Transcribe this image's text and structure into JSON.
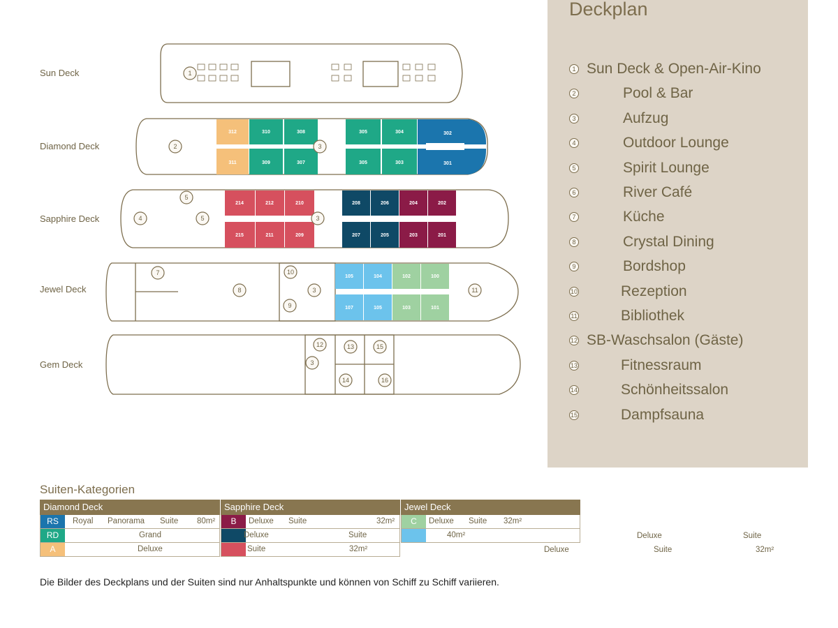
{
  "decks": [
    {
      "name": "Sun Deck"
    },
    {
      "name": "Diamond Deck"
    },
    {
      "name": "Sapphire Deck"
    },
    {
      "name": "Jewel Deck"
    },
    {
      "name": "Gem Deck"
    }
  ],
  "rooms": {
    "diamond_top": [
      "312",
      "310",
      "308",
      "305",
      "304",
      "302"
    ],
    "diamond_bottom": [
      "311",
      "309",
      "307",
      "305",
      "303",
      "301"
    ],
    "sapphire_top": [
      "214",
      "212",
      "210",
      "208",
      "206",
      "204",
      "202"
    ],
    "sapphire_bottom": [
      "215",
      "211",
      "209",
      "207",
      "205",
      "203",
      "201"
    ],
    "jewel_top": [
      "105",
      "104",
      "102",
      "100"
    ],
    "jewel_bottom": [
      "107",
      "105",
      "103",
      "101"
    ]
  },
  "sidebar": {
    "title": "Deckplan",
    "legend": [
      {
        "num": "1",
        "label": "Sun Deck & Open-Air-Kino"
      },
      {
        "num": "2",
        "label": "Pool & Bar"
      },
      {
        "num": "3",
        "label": "Aufzug"
      },
      {
        "num": "4",
        "label": "Outdoor Lounge"
      },
      {
        "num": "5",
        "label": "Spirit Lounge"
      },
      {
        "num": "6",
        "label": "River Café"
      },
      {
        "num": "7",
        "label": "Küche"
      },
      {
        "num": "8",
        "label": "Crystal Dining"
      },
      {
        "num": "9",
        "label": "Bordshop"
      },
      {
        "num": "10",
        "label": "Rezeption"
      },
      {
        "num": "11",
        "label": "Bibliothek"
      },
      {
        "num": "12",
        "label": "SB-Waschsalon (Gäste)"
      },
      {
        "num": "13",
        "label": "Fitnessraum"
      },
      {
        "num": "14",
        "label": "Schönheitssalon"
      },
      {
        "num": "15",
        "label": "Dampfsauna"
      }
    ]
  },
  "categories": {
    "title": "Suiten-Kategorien",
    "groups": [
      {
        "deck": "Diamond Deck",
        "rows": [
          {
            "code": "RS",
            "color": "#1b75ad",
            "cells": [
              "Royal",
              "Panorama",
              "Suite",
              "80m²"
            ]
          },
          {
            "code": "RD",
            "color": "#1fa887",
            "cells": [
              "Grand"
            ]
          },
          {
            "code": "A",
            "color": "#f5c07a",
            "cells": [
              "Deluxe"
            ]
          }
        ]
      },
      {
        "deck": "Sapphire Deck",
        "rows": [
          {
            "code": "B",
            "color": "#8b1b47",
            "cells": [
              "Deluxe",
              "Suite",
              "32m²"
            ]
          },
          {
            "code": "",
            "color": "#0f4966",
            "cells": [
              "Deluxe",
              "Suite"
            ]
          },
          {
            "code": "",
            "color": "#d6505e",
            "cells": [
              "Suite",
              "32m²"
            ]
          }
        ]
      },
      {
        "deck": "Jewel Deck",
        "rows": [
          {
            "code": "C",
            "color": "#9fd1a1",
            "cells": [
              "Deluxe",
              "Suite",
              "32m²"
            ]
          },
          {
            "code": "",
            "color": "#6cc3ec",
            "cells": [
              "40m²"
            ]
          }
        ]
      }
    ],
    "overflow": [
      {
        "text": "Deluxe"
      },
      {
        "text": "Suite"
      },
      {
        "text": "Deluxe"
      },
      {
        "text": "Suite"
      },
      {
        "text": "32m²"
      }
    ]
  },
  "colors": {
    "outline": "#7d6e4e",
    "panel": "#ddd4c7",
    "header": "#887650"
  },
  "note": "Die Bilder des Deckplans und der Suiten sind nur Anhaltspunkte und können von Schiff zu Schiff variieren."
}
